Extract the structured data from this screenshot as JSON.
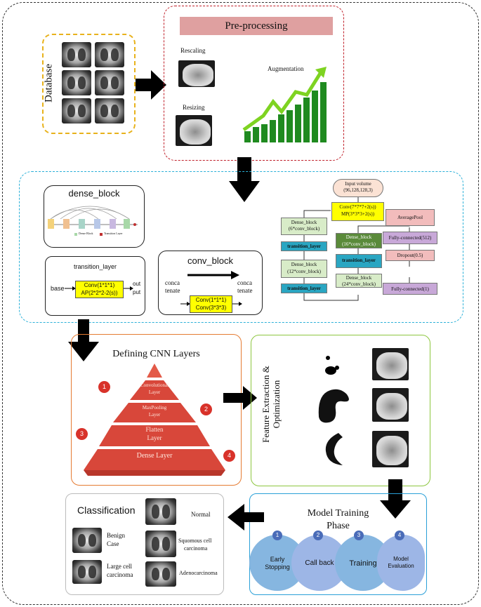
{
  "database": {
    "label": "Database"
  },
  "preprocessing": {
    "title": "Pre-processing",
    "rescaling": "Rescaling",
    "resizing": "Resizing",
    "augmentation": "Augmentation"
  },
  "dense_block_panel": {
    "title": "dense_block",
    "legend_a": "Dense Block",
    "legend_b": "Transition Layer"
  },
  "transition_panel": {
    "title": "transition_layer",
    "in_label": "base",
    "conv": "Conv(1*1*1)",
    "ap": "AP(2*2*2-2(s))",
    "out_a": "out",
    "out_b": "put"
  },
  "conv_panel": {
    "title": "conv_block",
    "left_a": "conca",
    "left_b": "tenate",
    "right_a": "conca",
    "right_b": "tenate",
    "conv_a": "Conv(1*1*1)",
    "conv_b": "Conv(3*3*3)"
  },
  "network": {
    "input_a": "Input volume",
    "input_b": "(96,128,128,3)",
    "conv_a": "Conv(7*7*7+2(s))",
    "conv_b": "MP(3*3*3+2(s))",
    "dense1_a": "Dense_block",
    "dense1_b": "(6*conv_block)",
    "trans1": "transition_layer",
    "dense2_a": "Dense_block",
    "dense2_b": "(12*conv_block)",
    "trans2": "transition_layer",
    "dense3_a": "Dense_block",
    "dense3_b": "(24*conv_block)",
    "trans3": "transition_layer",
    "dense4_a": "Dense_block",
    "dense4_b": "(16*conv_block)",
    "avgpool": "AveragePool",
    "fc512": "Fully-connected(512)",
    "dropout": "Dropout(0.5)",
    "fc1": "Fully-connected(1)"
  },
  "cnn": {
    "title": "Defining CNN Layers",
    "layer1_a": "Convolutional",
    "layer1_b": "Layer",
    "layer2_a": "MaxPooling",
    "layer2_b": "Layer",
    "layer3_a": "Flatten",
    "layer3_b": "Layer",
    "layer4": "Dense Layer",
    "n1": "1",
    "n2": "2",
    "n3": "3",
    "n4": "4"
  },
  "feature": {
    "title_a": "Feature Extraction &",
    "title_b": "Optimization"
  },
  "training": {
    "title_a": "Model Training",
    "title_b": "Phase",
    "steps": [
      {
        "num": "1",
        "label_a": "Early",
        "label_b": "Stopping"
      },
      {
        "num": "2",
        "label_a": "Call back",
        "label_b": ""
      },
      {
        "num": "3",
        "label_a": "Training",
        "label_b": ""
      },
      {
        "num": "4",
        "label_a": "Model",
        "label_b": "Evaluation"
      }
    ]
  },
  "classification": {
    "title": "Classification",
    "benign_a": "Benign",
    "benign_b": "Case",
    "large_a": "Large cell",
    "large_b": "carcinoma",
    "normal": "Normal",
    "squamous_a": "Squomous cell",
    "squamous_b": "carcinoma",
    "adeno": "Adenocarcinoma"
  },
  "colors": {
    "outer_dash": "#333333",
    "db_border": "#e8b21c",
    "pre_border": "#c0202a",
    "pre_header": "#dfa0a0",
    "net_border": "#2ab0d8",
    "cnn_border": "#e57b32",
    "feat_border": "#8dc63f",
    "train_border": "#2aa0d8",
    "yellow": "#ffff00",
    "teal": "#2aa6c2",
    "green_light": "#d8ecc8",
    "green_dark": "#5a8a3a",
    "pink": "#f2bcbc",
    "purple": "#c8a8d8",
    "pyramid": "#d8473a",
    "circle": "#5b9bd5"
  }
}
